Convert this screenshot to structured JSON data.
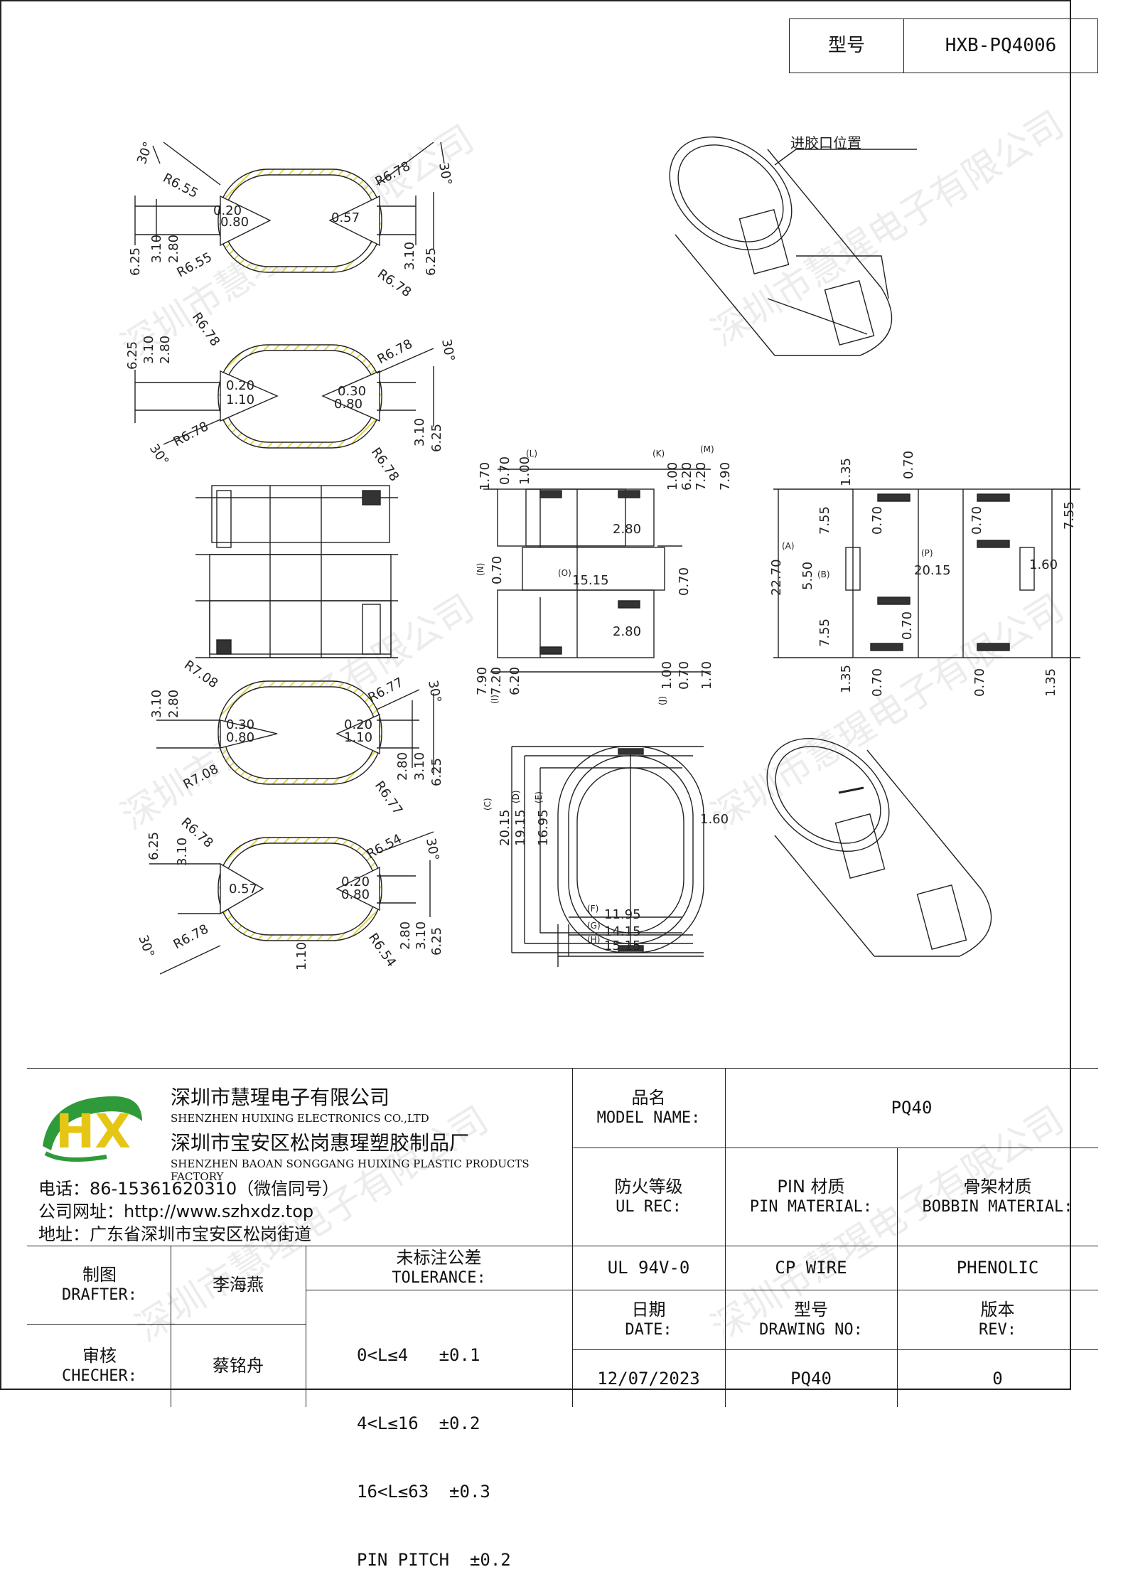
{
  "header": {
    "model_label": "型号",
    "model_value": "HXB-PQ4006"
  },
  "drawing": {
    "gate_label": "进胶口位置",
    "views": {
      "oval1": {
        "r_tl": "R6.55",
        "r_bl": "R6.55",
        "r_tr": "R6.78",
        "r_br": "R6.78",
        "ang_l": "30°",
        "ang_r": "30°",
        "in_l1": "0.20",
        "in_l2": "0.80",
        "in_r1": "0.57",
        "d1": "6.25",
        "d2": "3.10",
        "d3": "2.80",
        "d4": "3.10",
        "d5": "6.25"
      },
      "oval2": {
        "r_tl": "R6.78",
        "r_bl": "R6.78",
        "r_tr": "R6.78",
        "r_br": "R6.78",
        "ang_l": "30°",
        "ang_r": "30°",
        "in_l1": "0.20",
        "in_l2": "1.10",
        "in_r1": "0.30",
        "in_r2": "0.80",
        "d1": "6.25",
        "d2": "3.10",
        "d3": "2.80",
        "d4": "3.10",
        "d5": "6.25"
      },
      "oval3": {
        "r_tl": "R7.08",
        "r_bl": "R7.08",
        "r_tr": "R6.77",
        "r_br": "R6.77",
        "ang_r": "30°",
        "in_l1": "0.30",
        "in_l2": "0.80",
        "in_r1": "0.20",
        "in_r2": "1.10",
        "d1": "3.10",
        "d2": "2.80",
        "d3": "2.80",
        "d4": "3.10",
        "d5": "6.25"
      },
      "oval4": {
        "r_tl": "R6.78",
        "r_bl": "R6.78",
        "r_tr": "R6.54",
        "r_br": "R6.54",
        "ang_l": "30°",
        "ang_r": "30°",
        "in_l1": "0.57",
        "in_r1": "0.20",
        "in_r2": "0.80",
        "d1": "6.25",
        "d2": "3.10",
        "d3": "1.10",
        "d4": "2.80",
        "d5": "3.10",
        "d6": "6.25"
      },
      "front": {
        "d_170": "1.70",
        "d_070": "0.70",
        "d_100": "1.00",
        "lab_L": "(L)",
        "lab_K": "(K)",
        "lab_M": "(M)",
        "d_r100": "1.00",
        "d_620": "6.20",
        "d_720": "7.20",
        "d_790": "7.90",
        "d_280": "2.80",
        "lab_N": "(N)",
        "d_n070": "0.70",
        "lab_O": "(O)",
        "d_1515": "15.15",
        "d_mid070": "0.70",
        "d_280b": "2.80",
        "d_b790": "7.90",
        "d_b720": "7.20",
        "d_b620": "6.20",
        "lab_I": "(I)",
        "lab_J": "(J)",
        "d_b100": "1.00",
        "d_b070": "0.70",
        "d_b170": "1.70"
      },
      "side": {
        "d_135": "1.35",
        "d_070": "0.70",
        "d_755": "7.55",
        "d_070b": "0.70",
        "d_2270": "22.70",
        "lab_A": "(A)",
        "d_550": "5.50",
        "lab_B": "(B)",
        "lab_P": "(P)",
        "d_2015": "20.15",
        "d_160": "1.60",
        "d_070c": "0.70",
        "d_070d": "0.70",
        "d_755b": "7.55",
        "d_755c": "7.55",
        "d_135b": "1.35",
        "d_070e": "0.70",
        "d_070f": "0.70",
        "d_135c": "1.35"
      },
      "bottom": {
        "lab_C": "(C)",
        "lab_D": "(D)",
        "lab_E": "(E)",
        "d_2015": "20.15",
        "d_1915": "19.15",
        "d_1695": "16.95",
        "d_160": "1.60",
        "lab_F": "(F)",
        "d_1195": "11.95",
        "lab_G": "(G)",
        "d_1415": "14.15",
        "lab_H": "(H)",
        "d_1515": "15.15"
      }
    }
  },
  "company": {
    "logo_text": "HX",
    "name_cn": "深圳市慧瑆电子有限公司",
    "name_en": "SHENZHEN HUIXING ELECTRONICS CO.,LTD",
    "factory_cn": "深圳市宝安区松岗惠瑆塑胶制品厂",
    "factory_en": "SHENZHEN BAOAN SONGGANG HUIXING PLASTIC PRODUCTS FACTORY",
    "phone": "电话：86-15361620310（微信同号）",
    "website": "公司网址：http://www.szhxdz.top",
    "address": "地址：广东省深圳市宝安区松岗街道"
  },
  "title_block": {
    "model_name_cn": "品名",
    "model_name_en": "MODEL NAME:",
    "model_name_value": "PQ40",
    "ul_cn": "防火等级",
    "ul_en": "UL REC:",
    "pin_cn": "PIN 材质",
    "pin_en": "PIN MATERIAL:",
    "bobbin_cn": "骨架材质",
    "bobbin_en": "BOBBIN MATERIAL:",
    "ul_value": "UL 94V-0",
    "pin_value": "CP WIRE",
    "bobbin_value": "PHENOLIC",
    "drafter_cn": "制图",
    "drafter_en": "DRAFTER:",
    "drafter_name": "李海燕",
    "checker_cn": "审核",
    "checker_en": "CHECHER:",
    "checker_name": "蔡铭舟",
    "tolerance_cn": "未标注公差",
    "tolerance_en": "TOLERANCE:",
    "tol_1": "0<L≤4   ±0.1",
    "tol_2": "4<L≤16  ±0.2",
    "tol_3": "16<L≤63  ±0.3",
    "tol_4": "PIN PITCH  ±0.2",
    "date_cn": "日期",
    "date_en": "DATE:",
    "date_value": "12/07/2023",
    "drawing_no_cn": "型号",
    "drawing_no_en": "DRAWING NO:",
    "drawing_no_value": "PQ40",
    "rev_cn": "版本",
    "rev_en": "REV:",
    "rev_value": "0"
  },
  "watermark": "深圳市慧瑆电子有限公司",
  "colors": {
    "logo_yellow": "#e6c614",
    "logo_green": "#2f9a3a",
    "hatch": "#e0d64a"
  }
}
